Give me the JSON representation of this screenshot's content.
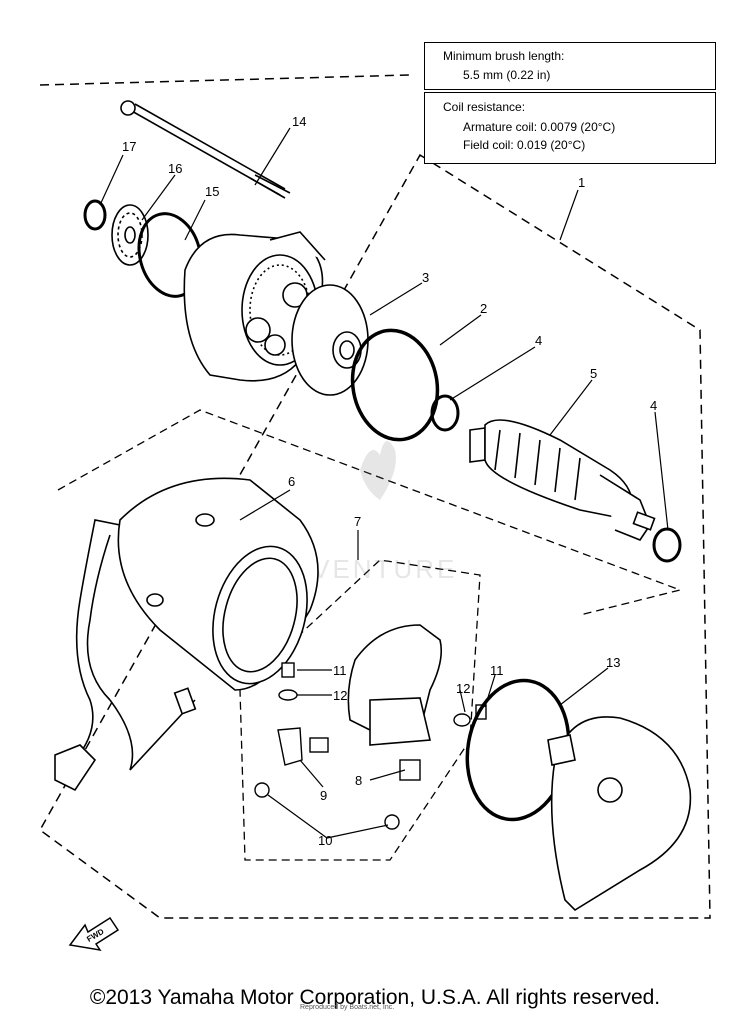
{
  "specs": {
    "brush_title": "Minimum brush length:",
    "brush_value": "5.5 mm (0.22 in)",
    "coil_title": "Coil resistance:",
    "armature": "Armature coil: 0.0079 (20°C)",
    "field": "Field coil: 0.019 (20°C)"
  },
  "callouts": [
    "14",
    "17",
    "16",
    "15",
    "1",
    "3",
    "2",
    "4",
    "5",
    "4",
    "6",
    "7",
    "11",
    "12",
    "12",
    "11",
    "13",
    "8",
    "9",
    "10"
  ],
  "arrow_label": "FWD",
  "watermark": "ADVENTURE",
  "watermark_sub": "Reproduced by Boats.net, Inc.",
  "copyright": "©2013 Yamaha Motor Corporation, U.S.A. All rights reserved."
}
